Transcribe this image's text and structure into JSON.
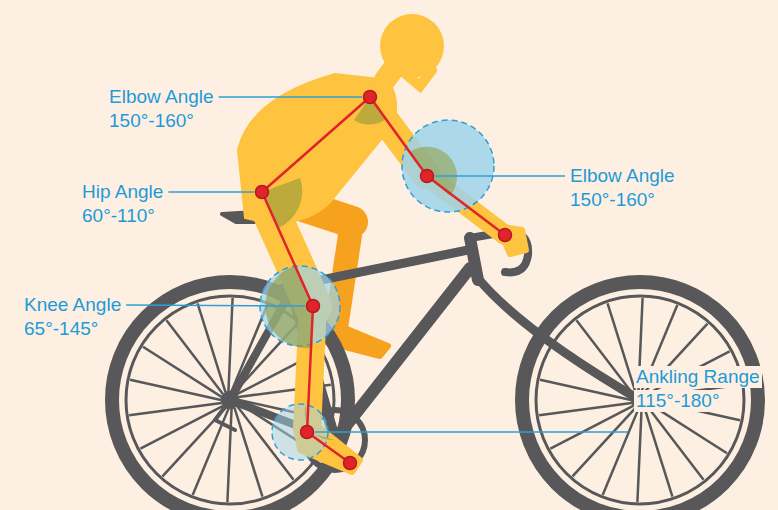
{
  "diagram": {
    "labels": [
      "Elbow Angle",
      "150°-160°",
      "Hip Angle",
      "60°-110°",
      "Elbow Angle",
      "150°-160°",
      "Knee Angle",
      "65°-145°",
      "Ankling Range",
      "115°-180°"
    ]
  }
}
